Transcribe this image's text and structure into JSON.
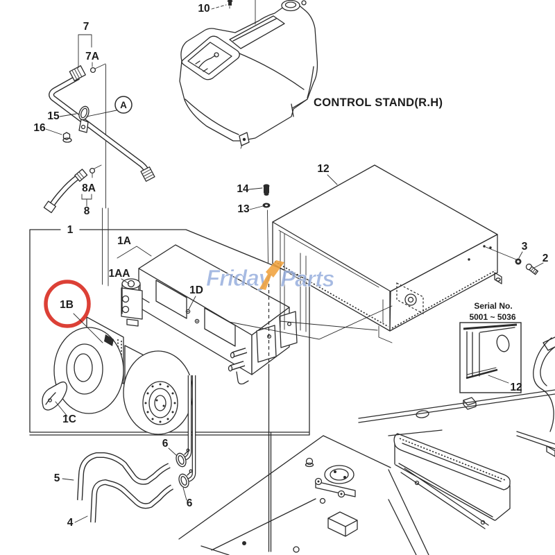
{
  "diagram_title": "Heater / blower exploded parts diagram",
  "annotations": {
    "control_stand": "CONTROL STAND(R.H)",
    "serial_line1": "Serial No.",
    "serial_line2": "5001 ~ 5036"
  },
  "watermark": {
    "word1": "Friday",
    "word2": "Parts",
    "text_color": "#93abdc",
    "slash_color": "#f0a23c"
  },
  "colors": {
    "line": "#2b2b2b",
    "highlight_red": "#d93025",
    "background": "#ffffff"
  },
  "highlight": {
    "target": "1B",
    "shape": "circle"
  },
  "callouts": [
    {
      "id": "7",
      "label": "7"
    },
    {
      "id": "7A",
      "label": "7A"
    },
    {
      "id": "A",
      "label": "A"
    },
    {
      "id": "15",
      "label": "15"
    },
    {
      "id": "16",
      "label": "16"
    },
    {
      "id": "8A",
      "label": "8A"
    },
    {
      "id": "8",
      "label": "8"
    },
    {
      "id": "1",
      "label": "1"
    },
    {
      "id": "10",
      "label": "10"
    },
    {
      "id": "14",
      "label": "14"
    },
    {
      "id": "13",
      "label": "13"
    },
    {
      "id": "12",
      "label": "12"
    },
    {
      "id": "3",
      "label": "3"
    },
    {
      "id": "2",
      "label": "2"
    },
    {
      "id": "1A",
      "label": "1A"
    },
    {
      "id": "1AA",
      "label": "1AA"
    },
    {
      "id": "1D",
      "label": "1D"
    },
    {
      "id": "1B",
      "label": "1B"
    },
    {
      "id": "1C",
      "label": "1C"
    },
    {
      "id": "5",
      "label": "5"
    },
    {
      "id": "4",
      "label": "4"
    },
    {
      "id": "6-upper",
      "label": "6"
    },
    {
      "id": "6-lower",
      "label": "6"
    },
    {
      "id": "12-inset",
      "label": "12"
    }
  ]
}
